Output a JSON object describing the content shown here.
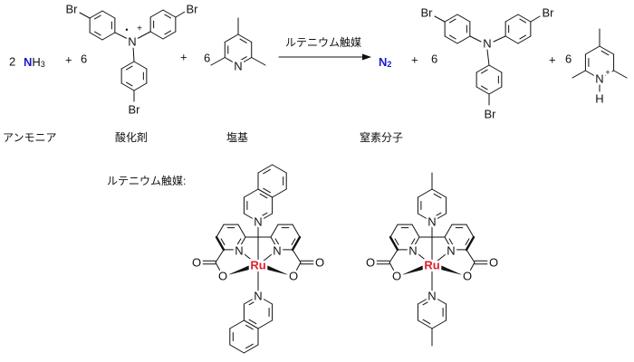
{
  "equation": {
    "ammonia_coef": "2",
    "ammonia_N": "N",
    "ammonia_H": "H",
    "ammonia_sub": "3",
    "plus": "+",
    "oxidant_coef": "6",
    "base_coef": "6",
    "arrow_label": "ルテニウム触媒",
    "n2_N": "N",
    "n2_sub": "2",
    "amine_coef": "6",
    "pyridinium_coef": "6"
  },
  "atoms": {
    "Br": "Br",
    "N": "N",
    "H": "H",
    "O": "O",
    "Ru": "Ru",
    "plus": "+",
    "radical": "•"
  },
  "labels": {
    "ammonia": "アンモニア",
    "oxidant": "酸化剤",
    "base": "塩基",
    "nitrogen": "窒素分子",
    "catalyst_heading": "ルテニウム触媒:"
  },
  "colors": {
    "nitrogen_highlight": "#1a1acc",
    "ruthenium": "#e0202a",
    "bond": "#111111"
  }
}
